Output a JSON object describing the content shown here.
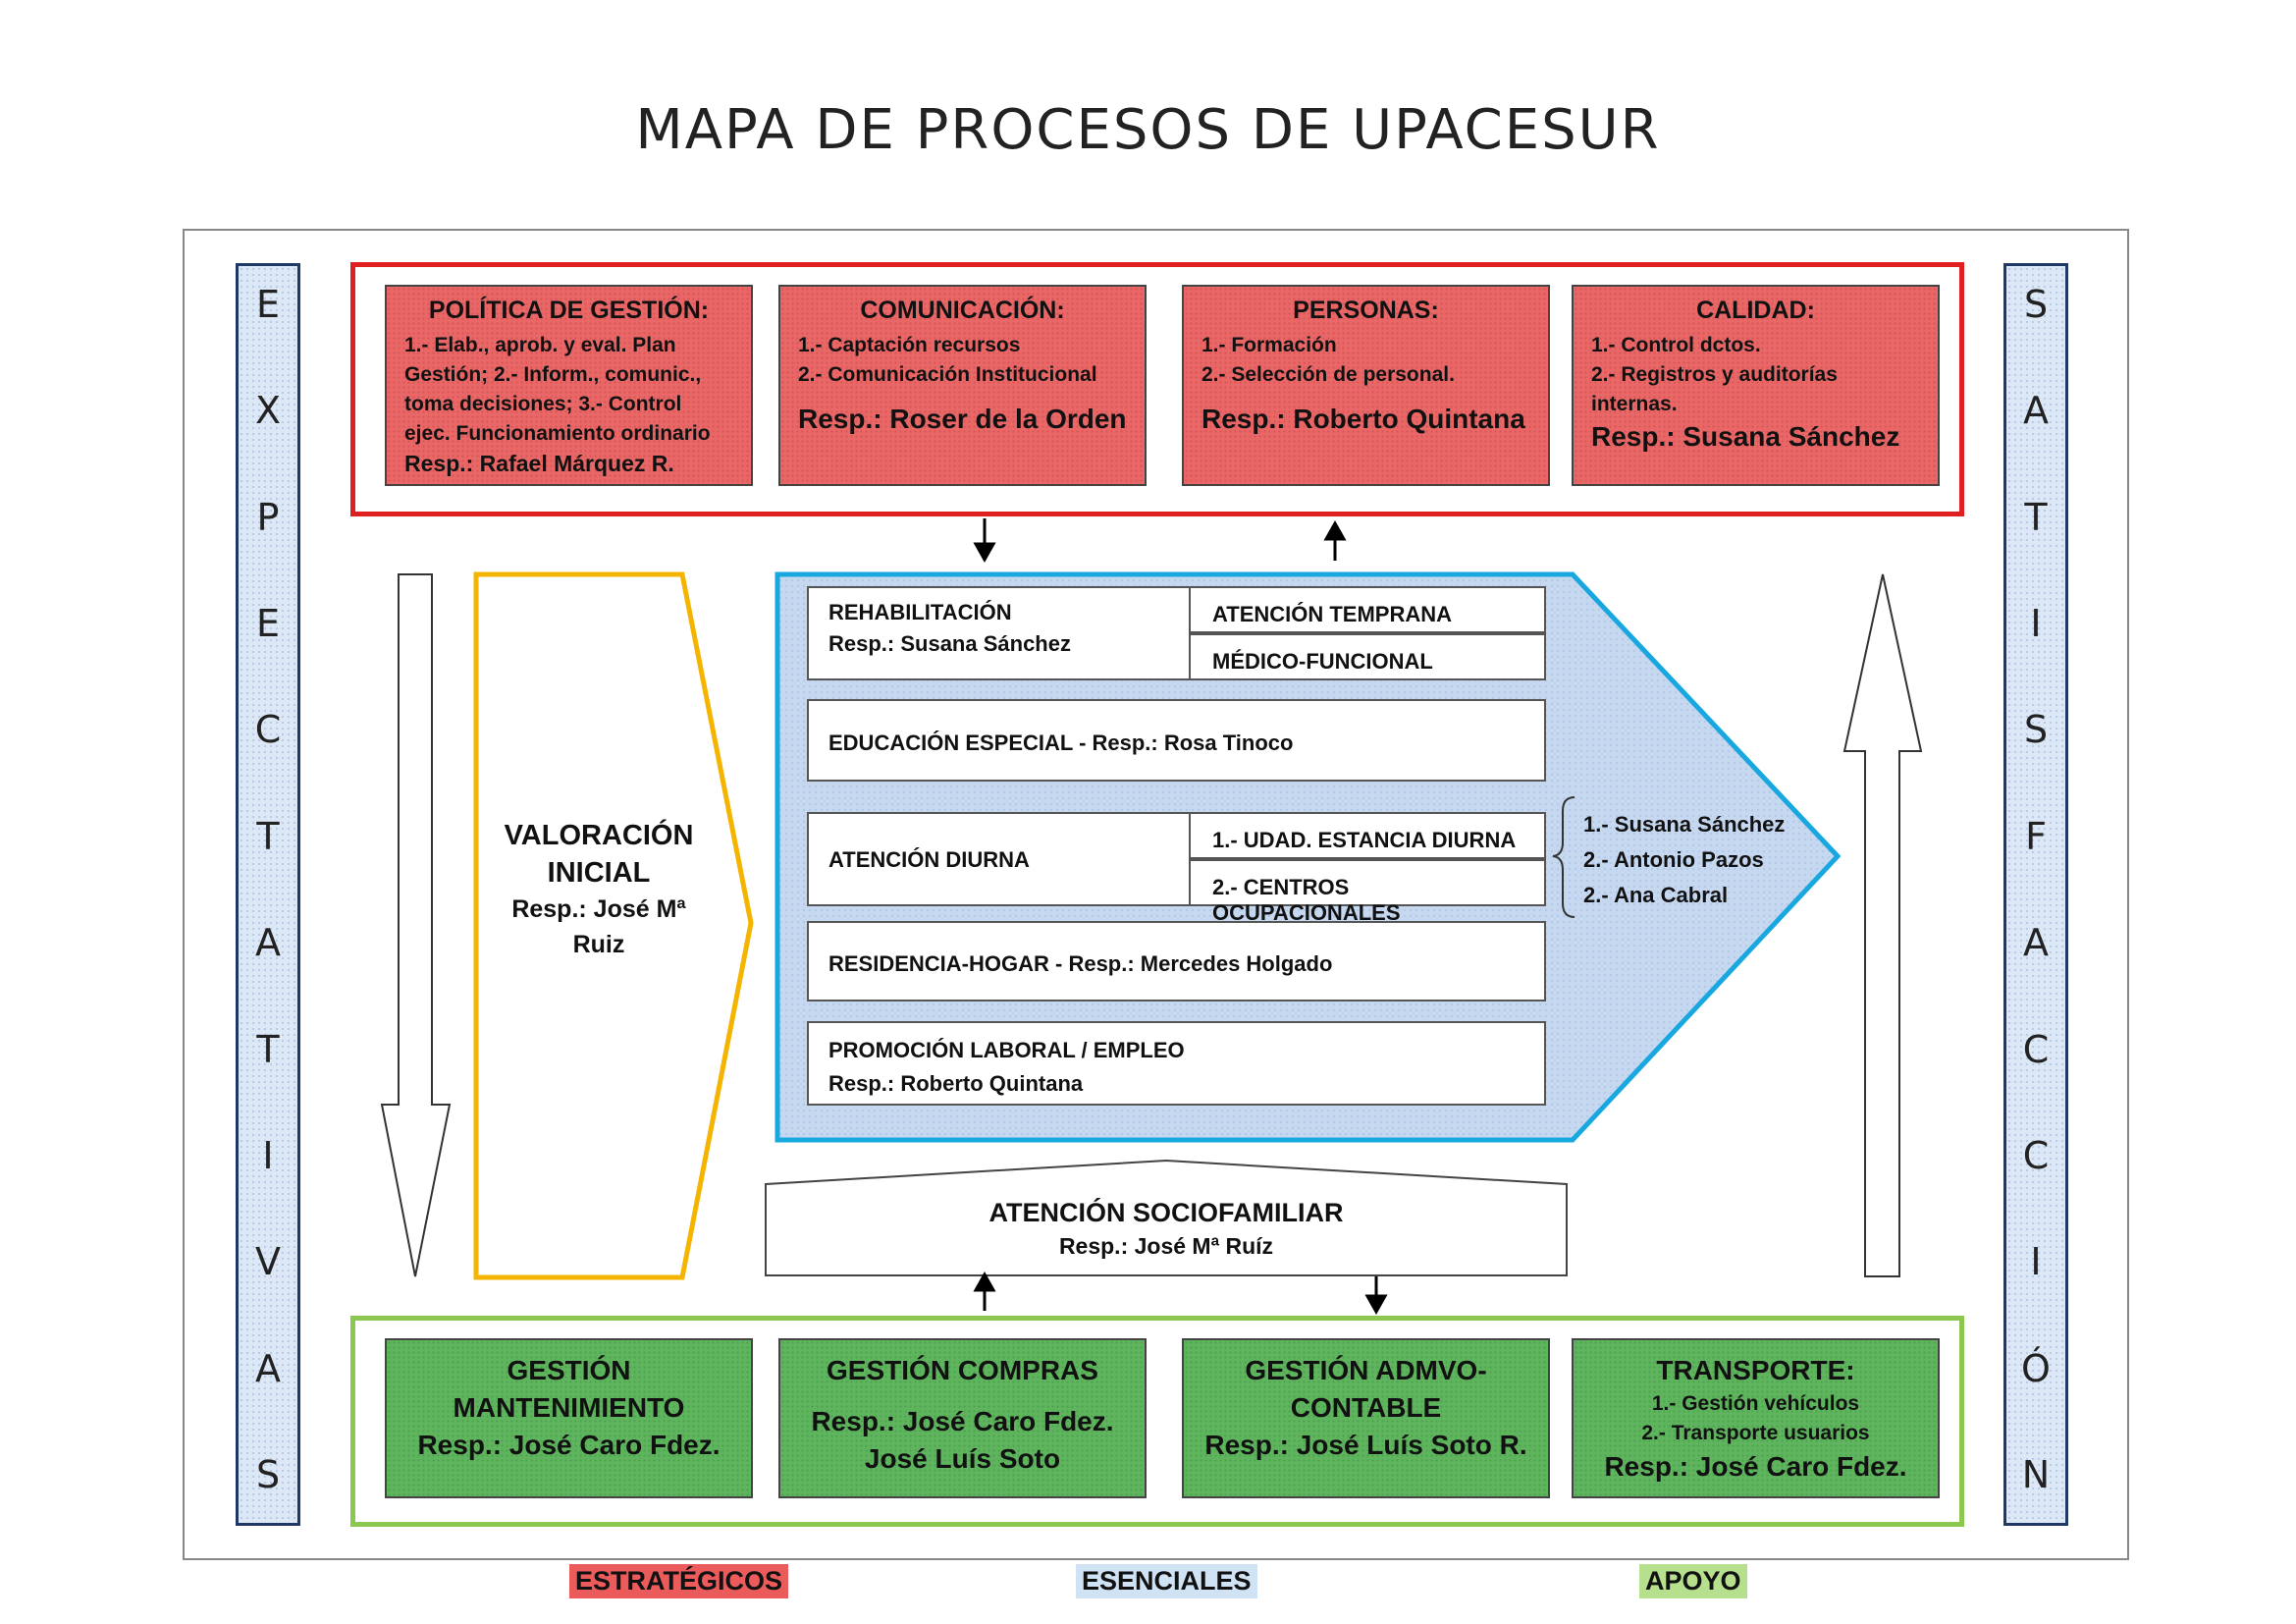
{
  "title": "MAPA DE PROCESOS DE UPACESUR",
  "side_left": [
    "E",
    "X",
    "P",
    "E",
    "C",
    "T",
    "A",
    "T",
    "I",
    "V",
    "A",
    "S"
  ],
  "side_right": [
    "S",
    "A",
    "T",
    "I",
    "S",
    "F",
    "A",
    "C",
    "C",
    "I",
    "Ó",
    "N"
  ],
  "strategic": [
    {
      "title": "POLÍTICA DE GESTIÓN:",
      "lines": [
        "1.- Elab., aprob. y eval. Plan",
        "Gestión; 2.- Inform., comunic.,",
        "toma decisiones; 3.- Control",
        "ejec. Funcionamiento ordinario"
      ],
      "resp": "Resp.: Rafael Márquez R."
    },
    {
      "title": "COMUNICACIÓN:",
      "lines": [
        "1.- Captación recursos",
        "2.- Comunicación Institucional"
      ],
      "resp": "Resp.: Roser de la Orden"
    },
    {
      "title": "PERSONAS:",
      "lines": [
        "1.- Formación",
        "2.- Selección de personal."
      ],
      "resp": "Resp.: Roberto Quintana"
    },
    {
      "title": "CALIDAD:",
      "lines": [
        "1.- Control dctos.",
        "2.- Registros y auditorías",
        "internas."
      ],
      "resp": "Resp.: Susana Sánchez"
    }
  ],
  "valoracion": {
    "title_1": "VALORACIÓN",
    "title_2": "INICIAL",
    "resp_1": "Resp.: José Mª",
    "resp_2": "Ruiz"
  },
  "essential": {
    "rehab": {
      "title": "REHABILITACIÓN",
      "resp": "Resp.: Susana Sánchez",
      "sub_1": "ATENCIÓN TEMPRANA",
      "sub_2": "MÉDICO-FUNCIONAL"
    },
    "educacion": "EDUCACIÓN ESPECIAL  - Resp.: Rosa Tinoco",
    "diurna": {
      "title": "ATENCIÓN DIURNA",
      "sub_1": "1.- UDAD. ESTANCIA DIURNA",
      "sub_2": "2.- CENTROS OCUPACIONALES"
    },
    "diurna_resp": [
      "1.- Susana Sánchez",
      "2.- Antonio Pazos",
      "2.- Ana Cabral"
    ],
    "residencia": "RESIDENCIA-HOGAR  - Resp.: Mercedes Holgado",
    "promocion": {
      "title": "PROMOCIÓN LABORAL / EMPLEO",
      "resp": "Resp.: Roberto Quintana"
    }
  },
  "sociofamiliar": {
    "title": "ATENCIÓN SOCIOFAMILIAR",
    "resp": "Resp.: José Mª Ruíz"
  },
  "support": [
    {
      "lines": [
        "GESTIÓN",
        "MANTENIMIENTO"
      ],
      "resp": [
        "Resp.: José Caro Fdez."
      ]
    },
    {
      "lines": [
        "GESTIÓN COMPRAS"
      ],
      "resp": [
        "Resp.: José Caro Fdez.",
        "José Luís Soto"
      ]
    },
    {
      "lines": [
        "GESTIÓN ADMVO-",
        "CONTABLE"
      ],
      "resp": [
        "Resp.: José Luís Soto R."
      ]
    },
    {
      "title": "TRANSPORTE:",
      "small": [
        "1.- Gestión vehículos",
        "2.- Transporte usuarios"
      ],
      "resp": [
        "Resp.: José Caro Fdez."
      ]
    }
  ],
  "legend": {
    "strategic": "ESTRATÉGICOS",
    "essential": "ESENCIALES",
    "support": "APOYO"
  },
  "colors": {
    "strategic": "#e02020",
    "essential": "#19a7e0",
    "support": "#8cc850",
    "valoracion": "#f5b400",
    "legend_red": "#ec5b5b",
    "legend_blue": "#cfe3f5",
    "legend_green": "#b6e08e"
  }
}
